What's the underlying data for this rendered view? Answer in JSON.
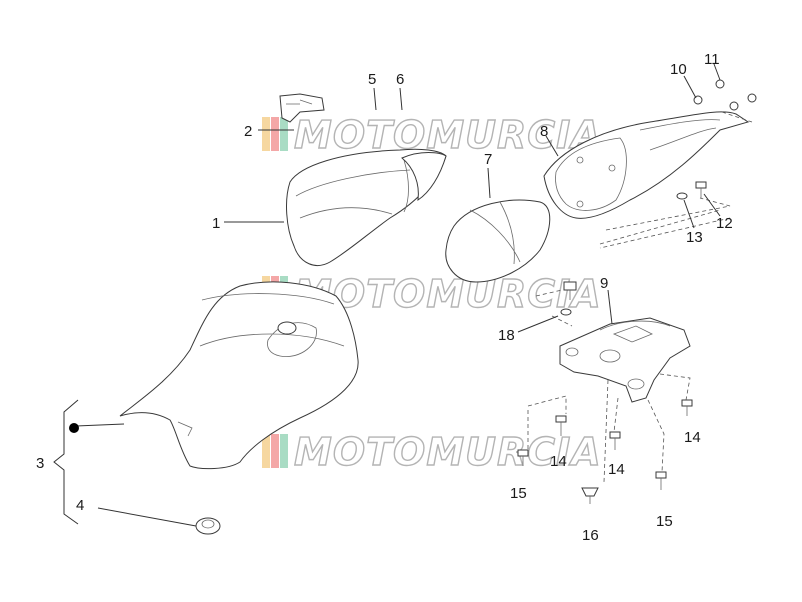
{
  "watermark": {
    "text": "MOTOMURCIA"
  },
  "callouts": [
    {
      "id": "c1",
      "label": "1"
    },
    {
      "id": "c2",
      "label": "2"
    },
    {
      "id": "c3",
      "label": "3"
    },
    {
      "id": "c4",
      "label": "4"
    },
    {
      "id": "c5",
      "label": "5"
    },
    {
      "id": "c6",
      "label": "6"
    },
    {
      "id": "c7",
      "label": "7"
    },
    {
      "id": "c8",
      "label": "8"
    },
    {
      "id": "c9",
      "label": "9"
    },
    {
      "id": "c10",
      "label": "10"
    },
    {
      "id": "c11",
      "label": "11"
    },
    {
      "id": "c12",
      "label": "12"
    },
    {
      "id": "c13",
      "label": "13"
    },
    {
      "id": "c14a",
      "label": "14"
    },
    {
      "id": "c14b",
      "label": "14"
    },
    {
      "id": "c14c",
      "label": "14"
    },
    {
      "id": "c15a",
      "label": "15"
    },
    {
      "id": "c15b",
      "label": "15"
    },
    {
      "id": "c16",
      "label": "16"
    },
    {
      "id": "c18",
      "label": "18"
    }
  ]
}
